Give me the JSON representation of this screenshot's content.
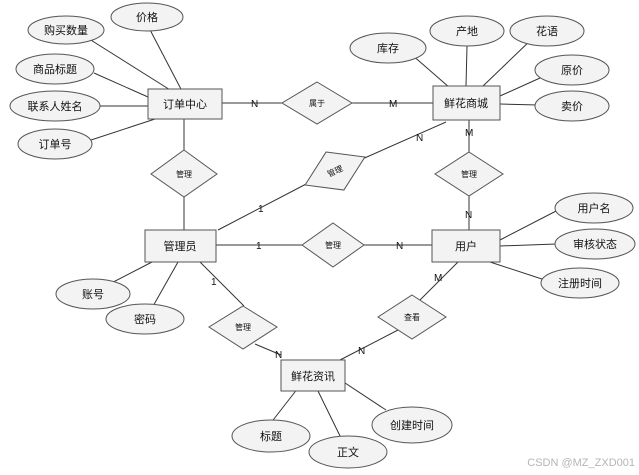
{
  "entities": {
    "order_center": "订单中心",
    "flower_mall": "鲜花商城",
    "admin": "管理员",
    "user": "用户",
    "flower_news": "鲜花资讯"
  },
  "attributes": {
    "price": "价格",
    "purchase_qty": "购买数量",
    "product_title": "商品标题",
    "contact_name": "联系人姓名",
    "order_no": "订单号",
    "stock": "库存",
    "origin": "产地",
    "flower_language": "花语",
    "original_price": "原价",
    "sale_price": "卖价",
    "username": "用户名",
    "review_status": "审核状态",
    "register_time": "注册时间",
    "account": "账号",
    "password": "密码",
    "title": "标题",
    "body": "正文",
    "create_time": "创建时间"
  },
  "relationships": {
    "belongs_to": "属于",
    "manage_order": "管理",
    "manage_mall_diag": "管理",
    "manage_mall_user": "管理",
    "manage_user": "管理",
    "manage_news": "管理",
    "view": "查看"
  },
  "cardinalities": {
    "oc_belongs": "N",
    "belongs_fm": "M",
    "admin_manage_diag": "1",
    "manage_diag_fm": "N",
    "fm_manage_user": "M",
    "manage_user_user": "N",
    "admin_manage_user": "1",
    "manage_user_to_user": "N",
    "admin_manage_news": "1",
    "manage_news_news": "N",
    "news_view": "N",
    "view_user": "M"
  },
  "watermark": "CSDN @MZ_ZXD001"
}
